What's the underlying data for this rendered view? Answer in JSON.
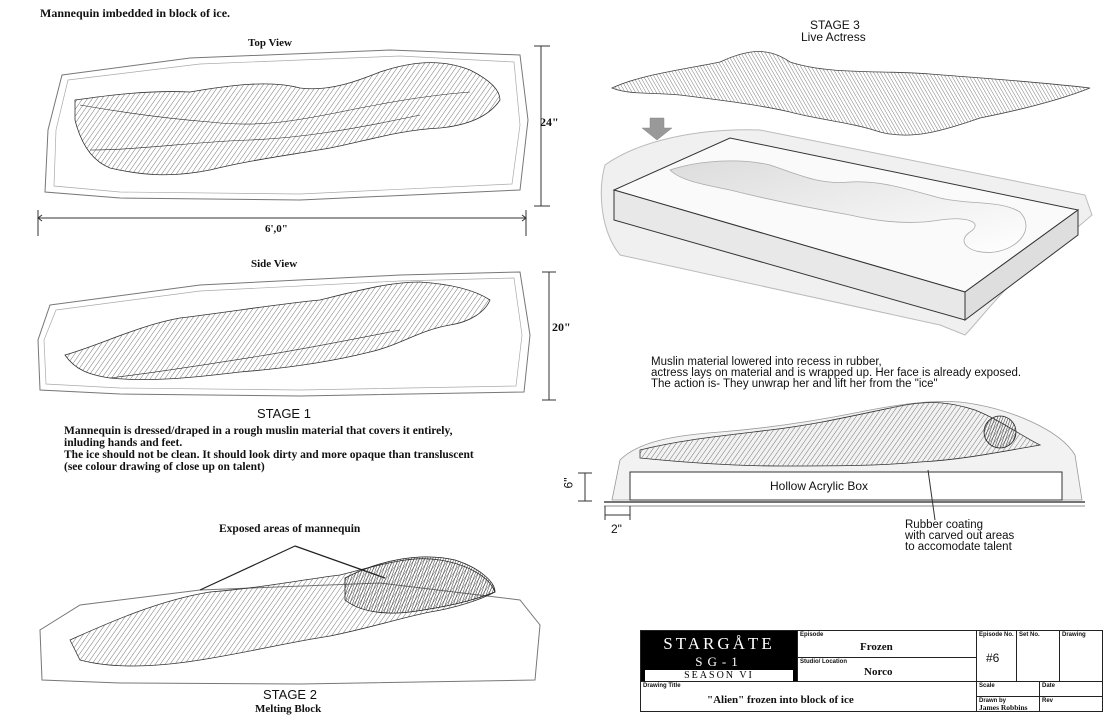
{
  "sheet": {
    "header_note": "Mannequin imbedded in block of ice.",
    "top_view": {
      "title": "Top View",
      "dim_height": "24\"",
      "dim_width": "6',0\""
    },
    "side_view": {
      "title": "Side View",
      "dim_height": "20\""
    },
    "stage1": {
      "title": "STAGE 1",
      "notes": [
        "Mannequin is dressed/draped in a rough muslin material that covers it entirely,",
        "inluding hands and feet.",
        "The ice should not be clean. It should look dirty and more opaque than transluscent",
        "(see colour drawing of close up on talent)"
      ]
    },
    "exposed_label": "Exposed areas of mannequin",
    "stage2": {
      "title": "STAGE 2",
      "subtitle": "Melting Block"
    },
    "stage3": {
      "title": "STAGE 3",
      "subtitle": "Live Actress",
      "notes": [
        "Muslin material lowered into recess in rubber,",
        "actress lays on material and is wrapped up. Her face is already exposed.",
        "The action is- They unwrap her and lift her from the \"ice\""
      ],
      "box_label": "Hollow Acrylic Box",
      "dim_6": "6\"",
      "dim_2": "2\"",
      "rubber_notes": [
        "Rubber coating",
        "with carved out areas",
        "to accomodate talent"
      ]
    }
  },
  "title_block": {
    "logo_line1": "STARGÅTE",
    "logo_line2": "SG-1",
    "logo_line3": "SEASON VI",
    "episode_label": "Episode",
    "episode": "Frozen",
    "location_label": "Studio/ Location",
    "location": "Norco",
    "episode_no_label": "Episode No.",
    "episode_no": "#6",
    "set_no_label": "Set No.",
    "drawing_label": "Drawing",
    "drawing_title_label": "Drawing Title",
    "drawing_title": "\"Alien\" frozen into block of ice",
    "scale_label": "Scale",
    "date_label": "Date",
    "drawn_by_label": "Drawn by",
    "drawn_by": "James Robbins",
    "rev_label": "Rev"
  }
}
